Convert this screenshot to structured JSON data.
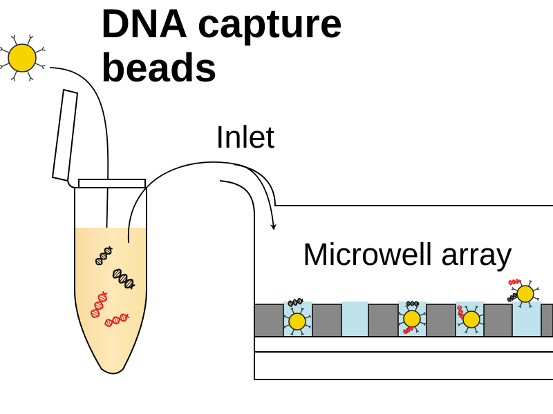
{
  "title": {
    "line1": "DNA capture",
    "line2": "beads"
  },
  "labels": {
    "inlet": "Inlet",
    "array": "Microwell array"
  },
  "colors": {
    "bead": "#f5d400",
    "solution": "#fbe3a6",
    "well_fill": "#bfe3ec",
    "wall": "#888888",
    "dna_sample": "#111111",
    "dna_capture": "#e02020"
  },
  "icons": {
    "bead": "capture-bead-icon",
    "dna": "dna-helix-icon",
    "tube": "microcentrifuge-tube-icon"
  }
}
